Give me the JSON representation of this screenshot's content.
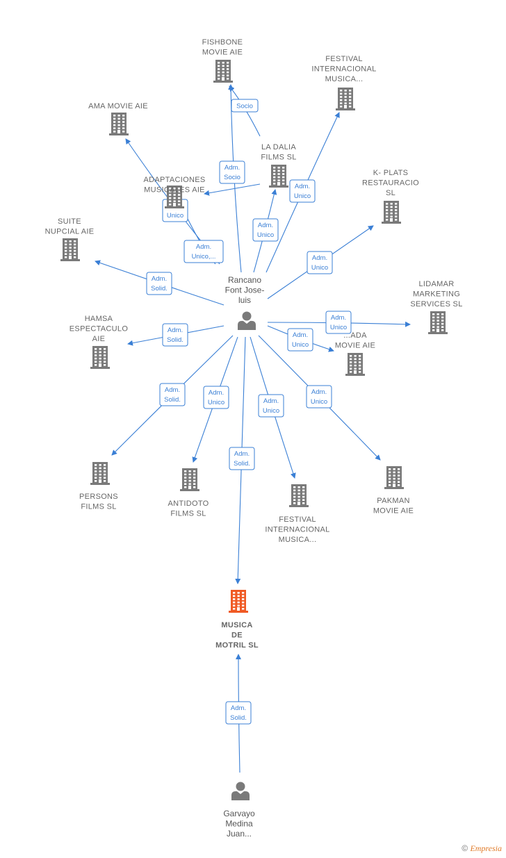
{
  "colors": {
    "edge": "#3a7fd5",
    "company": "#7a7a7a",
    "highlight": "#f05a24",
    "person": "#7a7a7a"
  },
  "copyright": {
    "symbol": "©",
    "brand": "Empresia"
  },
  "nodes": [
    {
      "id": "rancano",
      "type": "person",
      "lines": [
        "Rancano",
        "Font Jose-",
        "luis"
      ]
    },
    {
      "id": "garvayo",
      "type": "person",
      "lines": [
        "Garvayo",
        "Medina",
        "Juan..."
      ]
    },
    {
      "id": "musica",
      "type": "company",
      "highlight": true,
      "lines": [
        "MUSICA",
        "DE",
        "MOTRIL  SL"
      ]
    },
    {
      "id": "fishbone",
      "type": "company",
      "lines": [
        "FISHBONE",
        "MOVIE AIE"
      ]
    },
    {
      "id": "festival1",
      "type": "company",
      "lines": [
        "FESTIVAL",
        "INTERNACIONAL",
        "MUSICA..."
      ]
    },
    {
      "id": "ama",
      "type": "company",
      "lines": [
        "AMA MOVIE  AIE"
      ]
    },
    {
      "id": "ladalia",
      "type": "company",
      "lines": [
        "LA DALIA",
        "FILMS  SL"
      ]
    },
    {
      "id": "adaptaciones",
      "type": "company",
      "lines": [
        "ADAPTACIONES",
        "MUSICALES AIE"
      ]
    },
    {
      "id": "kplats",
      "type": "company",
      "lines": [
        "K- PLATS",
        "RESTAURACIO",
        "SL"
      ]
    },
    {
      "id": "suite",
      "type": "company",
      "lines": [
        "SUITE",
        "NUPCIAL  AIE"
      ]
    },
    {
      "id": "lidamar",
      "type": "company",
      "lines": [
        "LIDAMAR",
        "MARKETING",
        "SERVICES  SL"
      ]
    },
    {
      "id": "hamsa",
      "type": "company",
      "lines": [
        "HAMSA",
        "ESPECTACULO",
        "AIE"
      ]
    },
    {
      "id": "ada",
      "type": "company",
      "lines": [
        "...ADA",
        "MOVIE AIE"
      ]
    },
    {
      "id": "persons",
      "type": "company",
      "lines": [
        "PERSONS",
        "FILMS  SL"
      ]
    },
    {
      "id": "antidoto",
      "type": "company",
      "lines": [
        "ANTIDOTO",
        "FILMS  SL"
      ]
    },
    {
      "id": "festival2",
      "type": "company",
      "lines": [
        "FESTIVAL",
        "INTERNACIONAL",
        "MUSICA..."
      ]
    },
    {
      "id": "pakman",
      "type": "company",
      "lines": [
        "PAKMAN",
        "MOVIE AIE"
      ]
    }
  ],
  "edges": [
    {
      "from": "rancano",
      "to": "fishbone",
      "label": [
        "Adm.",
        "Socio"
      ]
    },
    {
      "from": "ladalia",
      "to": "fishbone",
      "label": [
        "Socio"
      ]
    },
    {
      "from": "rancano",
      "to": "festival1",
      "label": [
        "Adm.",
        "Unico"
      ]
    },
    {
      "from": "rancano",
      "to": "ama",
      "label": [
        "Adm.",
        "Unico"
      ]
    },
    {
      "from": "rancano",
      "to": "ladalia",
      "label": [
        "Adm.",
        "Unico"
      ]
    },
    {
      "from": "rancano",
      "to": "adaptaciones",
      "label": [
        "Adm.",
        "Unico,..."
      ]
    },
    {
      "from": "rancano",
      "to": "kplats",
      "label": [
        "Adm.",
        "Unico"
      ]
    },
    {
      "from": "rancano",
      "to": "suite",
      "label": [
        "Adm.",
        "Solid."
      ]
    },
    {
      "from": "rancano",
      "to": "lidamar",
      "label": [
        "Adm.",
        "Unico"
      ]
    },
    {
      "from": "rancano",
      "to": "hamsa",
      "label": [
        "Adm.",
        "Solid."
      ]
    },
    {
      "from": "rancano",
      "to": "ada",
      "label": [
        "Adm.",
        "Unico"
      ]
    },
    {
      "from": "rancano",
      "to": "persons",
      "label": [
        "Adm.",
        "Solid."
      ]
    },
    {
      "from": "rancano",
      "to": "antidoto",
      "label": [
        "Adm.",
        "Unico"
      ]
    },
    {
      "from": "rancano",
      "to": "festival2",
      "label": [
        "Adm.",
        "Unico"
      ]
    },
    {
      "from": "rancano",
      "to": "pakman",
      "label": [
        "Adm.",
        "Unico"
      ]
    },
    {
      "from": "rancano",
      "to": "musica",
      "label": [
        "Adm.",
        "Solid."
      ]
    },
    {
      "from": "garvayo",
      "to": "musica",
      "label": [
        "Adm.",
        "Solid."
      ]
    }
  ]
}
